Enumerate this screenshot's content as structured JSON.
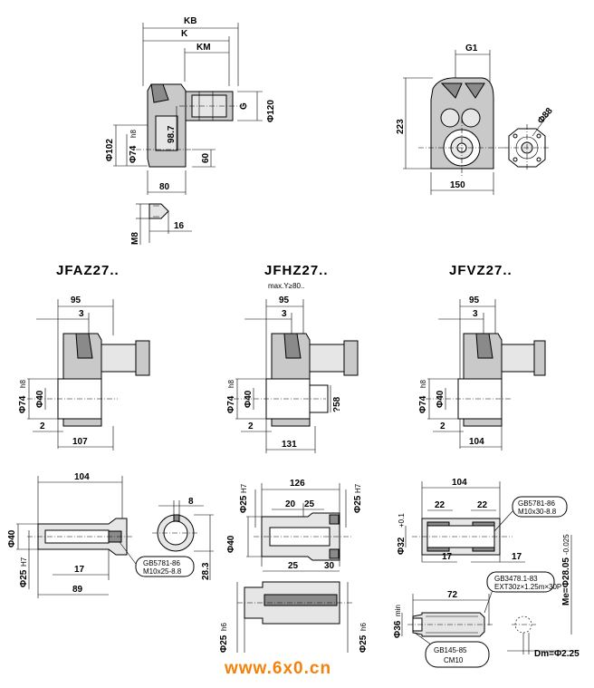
{
  "top_view": {
    "dims": {
      "kb": "KB",
      "k": "K",
      "km": "KM",
      "g": "G",
      "d120": "Φ120",
      "d102": "Φ102",
      "d74": "Φ74",
      "d74_tol": "h8",
      "d98": "98.7",
      "d60": "60",
      "d80": "80",
      "d16": "16",
      "m8": "M8"
    }
  },
  "end_view": {
    "dims": {
      "g1": "G1",
      "h223": "223",
      "w150": "150",
      "d88": "Φ88"
    }
  },
  "models": [
    {
      "title": "JFAZ27..",
      "subtitle": "",
      "dims": {
        "top": "95",
        "sub": "3",
        "d74": "Φ74",
        "d74_tol": "h8",
        "d40": "Φ40",
        "gap": "2",
        "bottom": "107",
        "extra": ""
      }
    },
    {
      "title": "JFHZ27..",
      "subtitle": "max.Y≥80..",
      "dims": {
        "top": "95",
        "sub": "3",
        "d74": "Φ74",
        "d74_tol": "h8",
        "d40": "Φ40",
        "gap": "2",
        "bottom": "131",
        "extra": "?58"
      }
    },
    {
      "title": "JFVZ27..",
      "subtitle": "",
      "dims": {
        "top": "95",
        "sub": "3",
        "d74": "Φ74",
        "d74_tol": "h8",
        "d40": "Φ40",
        "gap": "2",
        "bottom": "104",
        "extra": ""
      }
    }
  ],
  "shaft_a": {
    "dims": {
      "len": "104",
      "d40": "Φ40",
      "d25": "Φ25",
      "d25_tol": "H7",
      "d17": "17",
      "d89": "89",
      "d8": "8",
      "d283": "28.3"
    },
    "callout": {
      "line1": "GB5781-86",
      "line2": "M10x25-8.8"
    }
  },
  "shaft_h": {
    "dims": {
      "len": "126",
      "d20": "20",
      "d25a": "25",
      "d25l": "Φ25",
      "d25l_tol": "H7",
      "d25r": "Φ25",
      "d25r_tol": "H7",
      "d40": "Φ40",
      "d25b": "25",
      "d30": "30",
      "d25h6l": "Φ25",
      "d25h6l_tol": "h6",
      "d25h6r": "Φ25",
      "d25h6r_tol": "h6"
    }
  },
  "shaft_v": {
    "dims": {
      "len": "104",
      "d22a": "22",
      "d22b": "22",
      "d32": "Φ32",
      "d32_tol": "+0.1",
      "d17a": "17",
      "d17b": "17",
      "d72": "72",
      "d36": "Φ36",
      "d36_tol": "min",
      "me": "Me=Φ28.05",
      "me_tol": "-0.025",
      "dm": "Dm=Φ2.25"
    },
    "callout1": {
      "line1": "GB5781-86",
      "line2": "M10x30-8.8"
    },
    "callout2": {
      "line1": "GB3478.1-83",
      "line2": "EXT30z×1.25m×30P"
    },
    "callout3": {
      "line1": "GB145-85",
      "line2": "CM10"
    }
  },
  "watermark": "www.6x0.cn"
}
